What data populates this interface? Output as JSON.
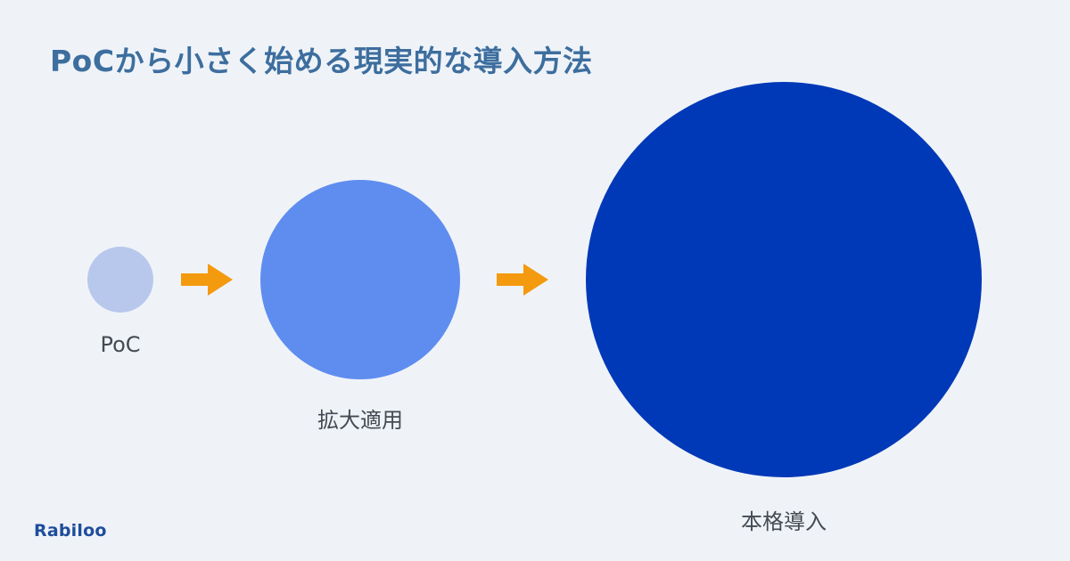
{
  "title": "PoCから小さく始める現実的な導入方法",
  "stages": [
    {
      "label": "PoC",
      "color": "#b8c8ec"
    },
    {
      "label": "拡大適用",
      "color": "#5f8def"
    },
    {
      "label": "本格導入",
      "color": "#0039b7"
    }
  ],
  "arrow_color": "#f49a0e",
  "logo": "Rabiloo",
  "colors": {
    "background": "#eff3f8",
    "title": "#3d6e9e",
    "logo": "#1e4d9c"
  }
}
